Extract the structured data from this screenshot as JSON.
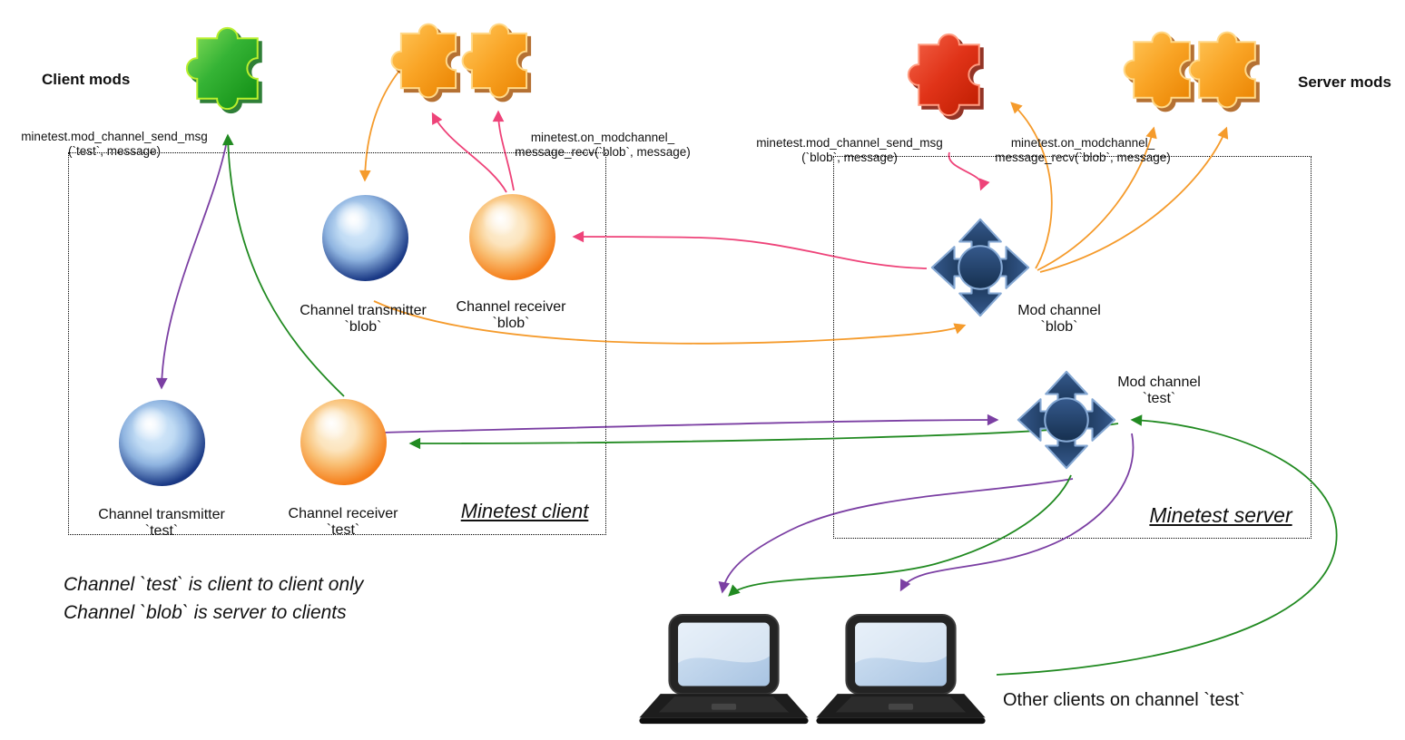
{
  "labels": {
    "client_mods": "Client mods",
    "server_mods": "Server mods",
    "minetest_client": "Minetest client",
    "minetest_server": "Minetest server",
    "other_clients": "Other clients on channel `test`",
    "note_line1": "Channel `test` is client to client only",
    "note_line2": "Channel `blob` is server to clients"
  },
  "api_calls": [
    {
      "line1": "minetest.mod_channel_send_msg",
      "line2": "(`test`, message)"
    },
    {
      "line1": "minetest.on_modchannel_",
      "line2": "message_recv(`blob`, message)"
    },
    {
      "line1": "minetest.mod_channel_send_msg",
      "line2": "(`blob`, message)"
    },
    {
      "line1": "minetest.on_modchannel_",
      "line2": "message_recv(`blob`, message)"
    }
  ],
  "nodes": {
    "transmitter_blob": {
      "line1": "Channel transmitter",
      "line2": "`blob`"
    },
    "receiver_blob": {
      "line1": "Channel receiver",
      "line2": "`blob`"
    },
    "transmitter_test": {
      "line1": "Channel transmitter",
      "line2": "`test`"
    },
    "receiver_test": {
      "line1": "Channel receiver",
      "line2": "`test`"
    },
    "mod_channel_blob": {
      "line1": "Mod channel",
      "line2": "`blob`"
    },
    "mod_channel_test": {
      "line1": "Mod channel",
      "line2": "`test`"
    }
  },
  "icons": {
    "client_mod": "green-puzzle-icon",
    "client_blob_mods": "orange-puzzle-pair-icon",
    "server_send_mod": "red-puzzle-icon",
    "server_recv_mods": "orange-puzzle-pair-icon",
    "mod_channel": "four-way-arrows-icon",
    "transmitter": "navy-sphere-icon",
    "receiver": "orange-sphere-icon",
    "client_machine": "laptop-icon"
  },
  "colors": {
    "orange": "#F59B2C",
    "pink": "#EE4379",
    "purple": "#7B3FA3",
    "green": "#218A21",
    "navy": "#24487A",
    "navy_light": "#86A9D4"
  }
}
